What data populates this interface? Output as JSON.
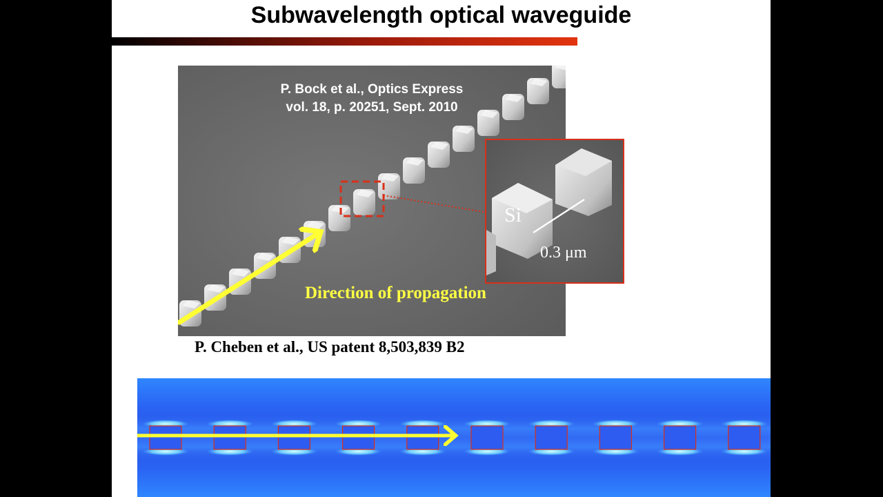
{
  "slide": {
    "title": "Subwavelength optical waveguide"
  },
  "sem": {
    "reference_line1": "P. Bock et al., Optics Express",
    "reference_line2": "vol. 18, p. 20251, Sept. 2010",
    "direction_label": "Direction of propagation",
    "inset": {
      "material_label": "Si",
      "scale_label": "0.3 μm"
    }
  },
  "patent_citation": "P. Cheben et al., US patent 8,503,839 B2",
  "colors": {
    "title_bar_start": "#000000",
    "title_bar_end": "#e2340f",
    "sem_background": "#6a6a6a",
    "arrow": "#ffff33",
    "inset_border": "#d8301a",
    "field_background": "#2a5ff0",
    "field_glow": "#9ff8ff"
  },
  "field": {
    "segment_count": 10
  }
}
